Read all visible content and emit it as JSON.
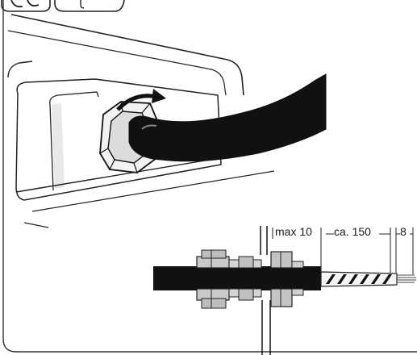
{
  "figure": {
    "dimensions": {
      "max_label": "max 10",
      "middle_label": "ca. 150",
      "end_label": "8"
    }
  }
}
